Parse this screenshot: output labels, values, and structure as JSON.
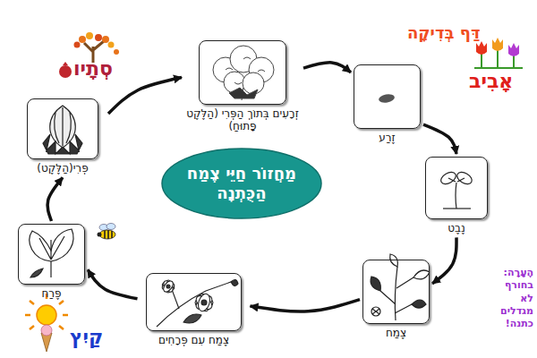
{
  "diagram": {
    "title": "דַּף בְּדִיקָה",
    "nodes": [
      {
        "text": [
          "זֶרַע"
        ]
      },
      {
        "text": [
          "נֶבֶט"
        ]
      },
      {
        "text": [
          "צֶמַח"
        ]
      },
      {
        "text": [
          "צֶמַח עִם פְּרָחִים"
        ]
      },
      {
        "text": [
          "פֶּרַח"
        ]
      },
      {
        "text": [
          "פְּרִי(הַלֶּקֶט)"
        ]
      },
      {
        "text": [
          "זְרָעִים בְּתוֹךְ הַפְּרִי (הַלֶּקֶט פָּתוּחַ)"
        ]
      },
      {
        "text": [
          "מַחֲזוֹר חַיֵּי צֶמַח הַכֻּתְנָה"
        ]
      }
    ],
    "edges": [
      {
        "from": 0,
        "to": 1,
        "arrow": "to"
      },
      {
        "from": 1,
        "to": 2,
        "arrow": "to"
      },
      {
        "from": 2,
        "to": 3,
        "arrow": "to"
      },
      {
        "from": 3,
        "to": 4,
        "arrow": "to"
      },
      {
        "from": 4,
        "to": 5,
        "arrow": "to"
      },
      {
        "from": 5,
        "to": 6,
        "arrow": "to"
      },
      {
        "from": 6,
        "to": 0,
        "arrow": "to"
      }
    ],
    "labels": [
      "סְתָיו",
      "אָבִיב",
      "קַיִץ",
      "הֶעָרָה: בחורף לא מגדלים כתנה!"
    ]
  }
}
